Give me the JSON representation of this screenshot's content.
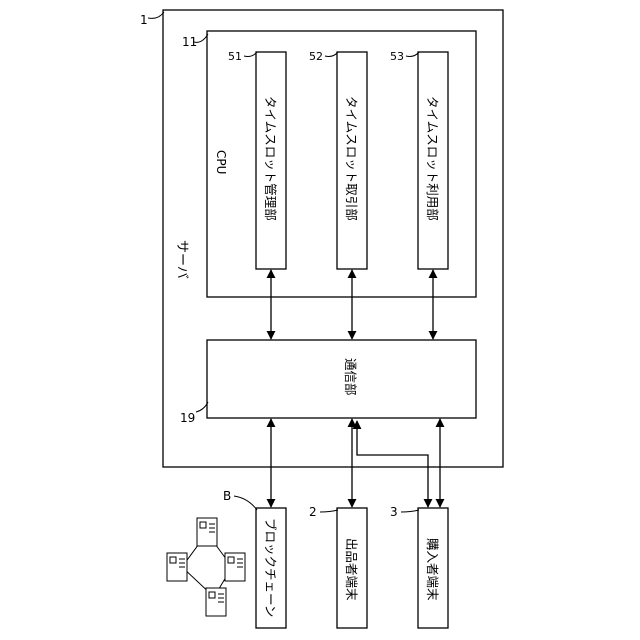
{
  "server": {
    "ref": "1",
    "label": "サーバ"
  },
  "cpu": {
    "ref": "11",
    "label": "CPU"
  },
  "units": [
    {
      "ref": "51",
      "label": "タイムスロット管理部"
    },
    {
      "ref": "52",
      "label": "タイムスロット取引部"
    },
    {
      "ref": "53",
      "label": "タイムスロット利用部"
    }
  ],
  "comm": {
    "ref": "19",
    "label": "通信部"
  },
  "externals": [
    {
      "ref": "B",
      "label": "ブロックチェーン"
    },
    {
      "ref": "2",
      "label": "出品者端末"
    },
    {
      "ref": "3",
      "label": "購入者端末"
    }
  ]
}
